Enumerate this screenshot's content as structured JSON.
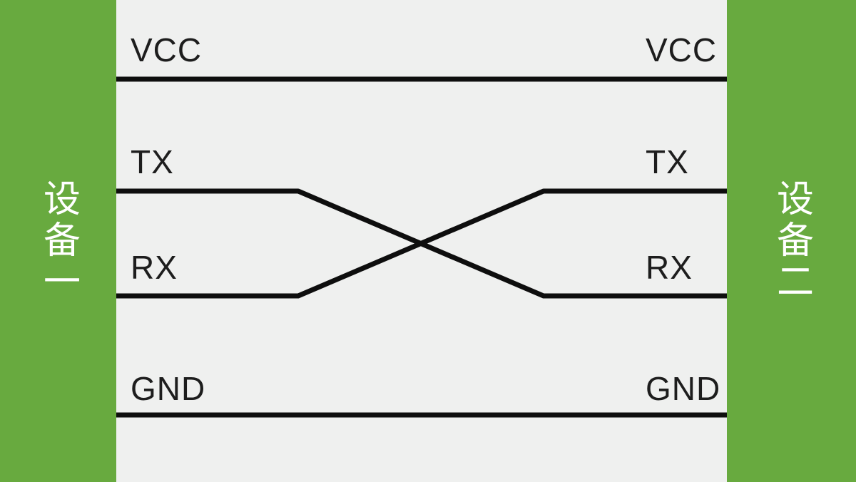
{
  "diagram": {
    "title_hint": "UART serial cross-connection between two devices",
    "devices": {
      "left": "设备一",
      "right": "设备二"
    },
    "pins": {
      "vcc": {
        "left": "VCC",
        "right": "VCC"
      },
      "tx": {
        "left": "TX",
        "right": "TX"
      },
      "rx": {
        "left": "RX",
        "right": "RX"
      },
      "gnd": {
        "left": "GND",
        "right": "GND"
      }
    },
    "connections": [
      "VCC-VCC straight",
      "TX-RX crossed",
      "RX-TX crossed",
      "GND-GND straight"
    ],
    "colors": {
      "device_bar": "#68aa3f",
      "background": "#eff0ef",
      "wire": "#0e0e0e",
      "pin_text": "#1d1d1d",
      "device_text": "#ffffff"
    }
  }
}
